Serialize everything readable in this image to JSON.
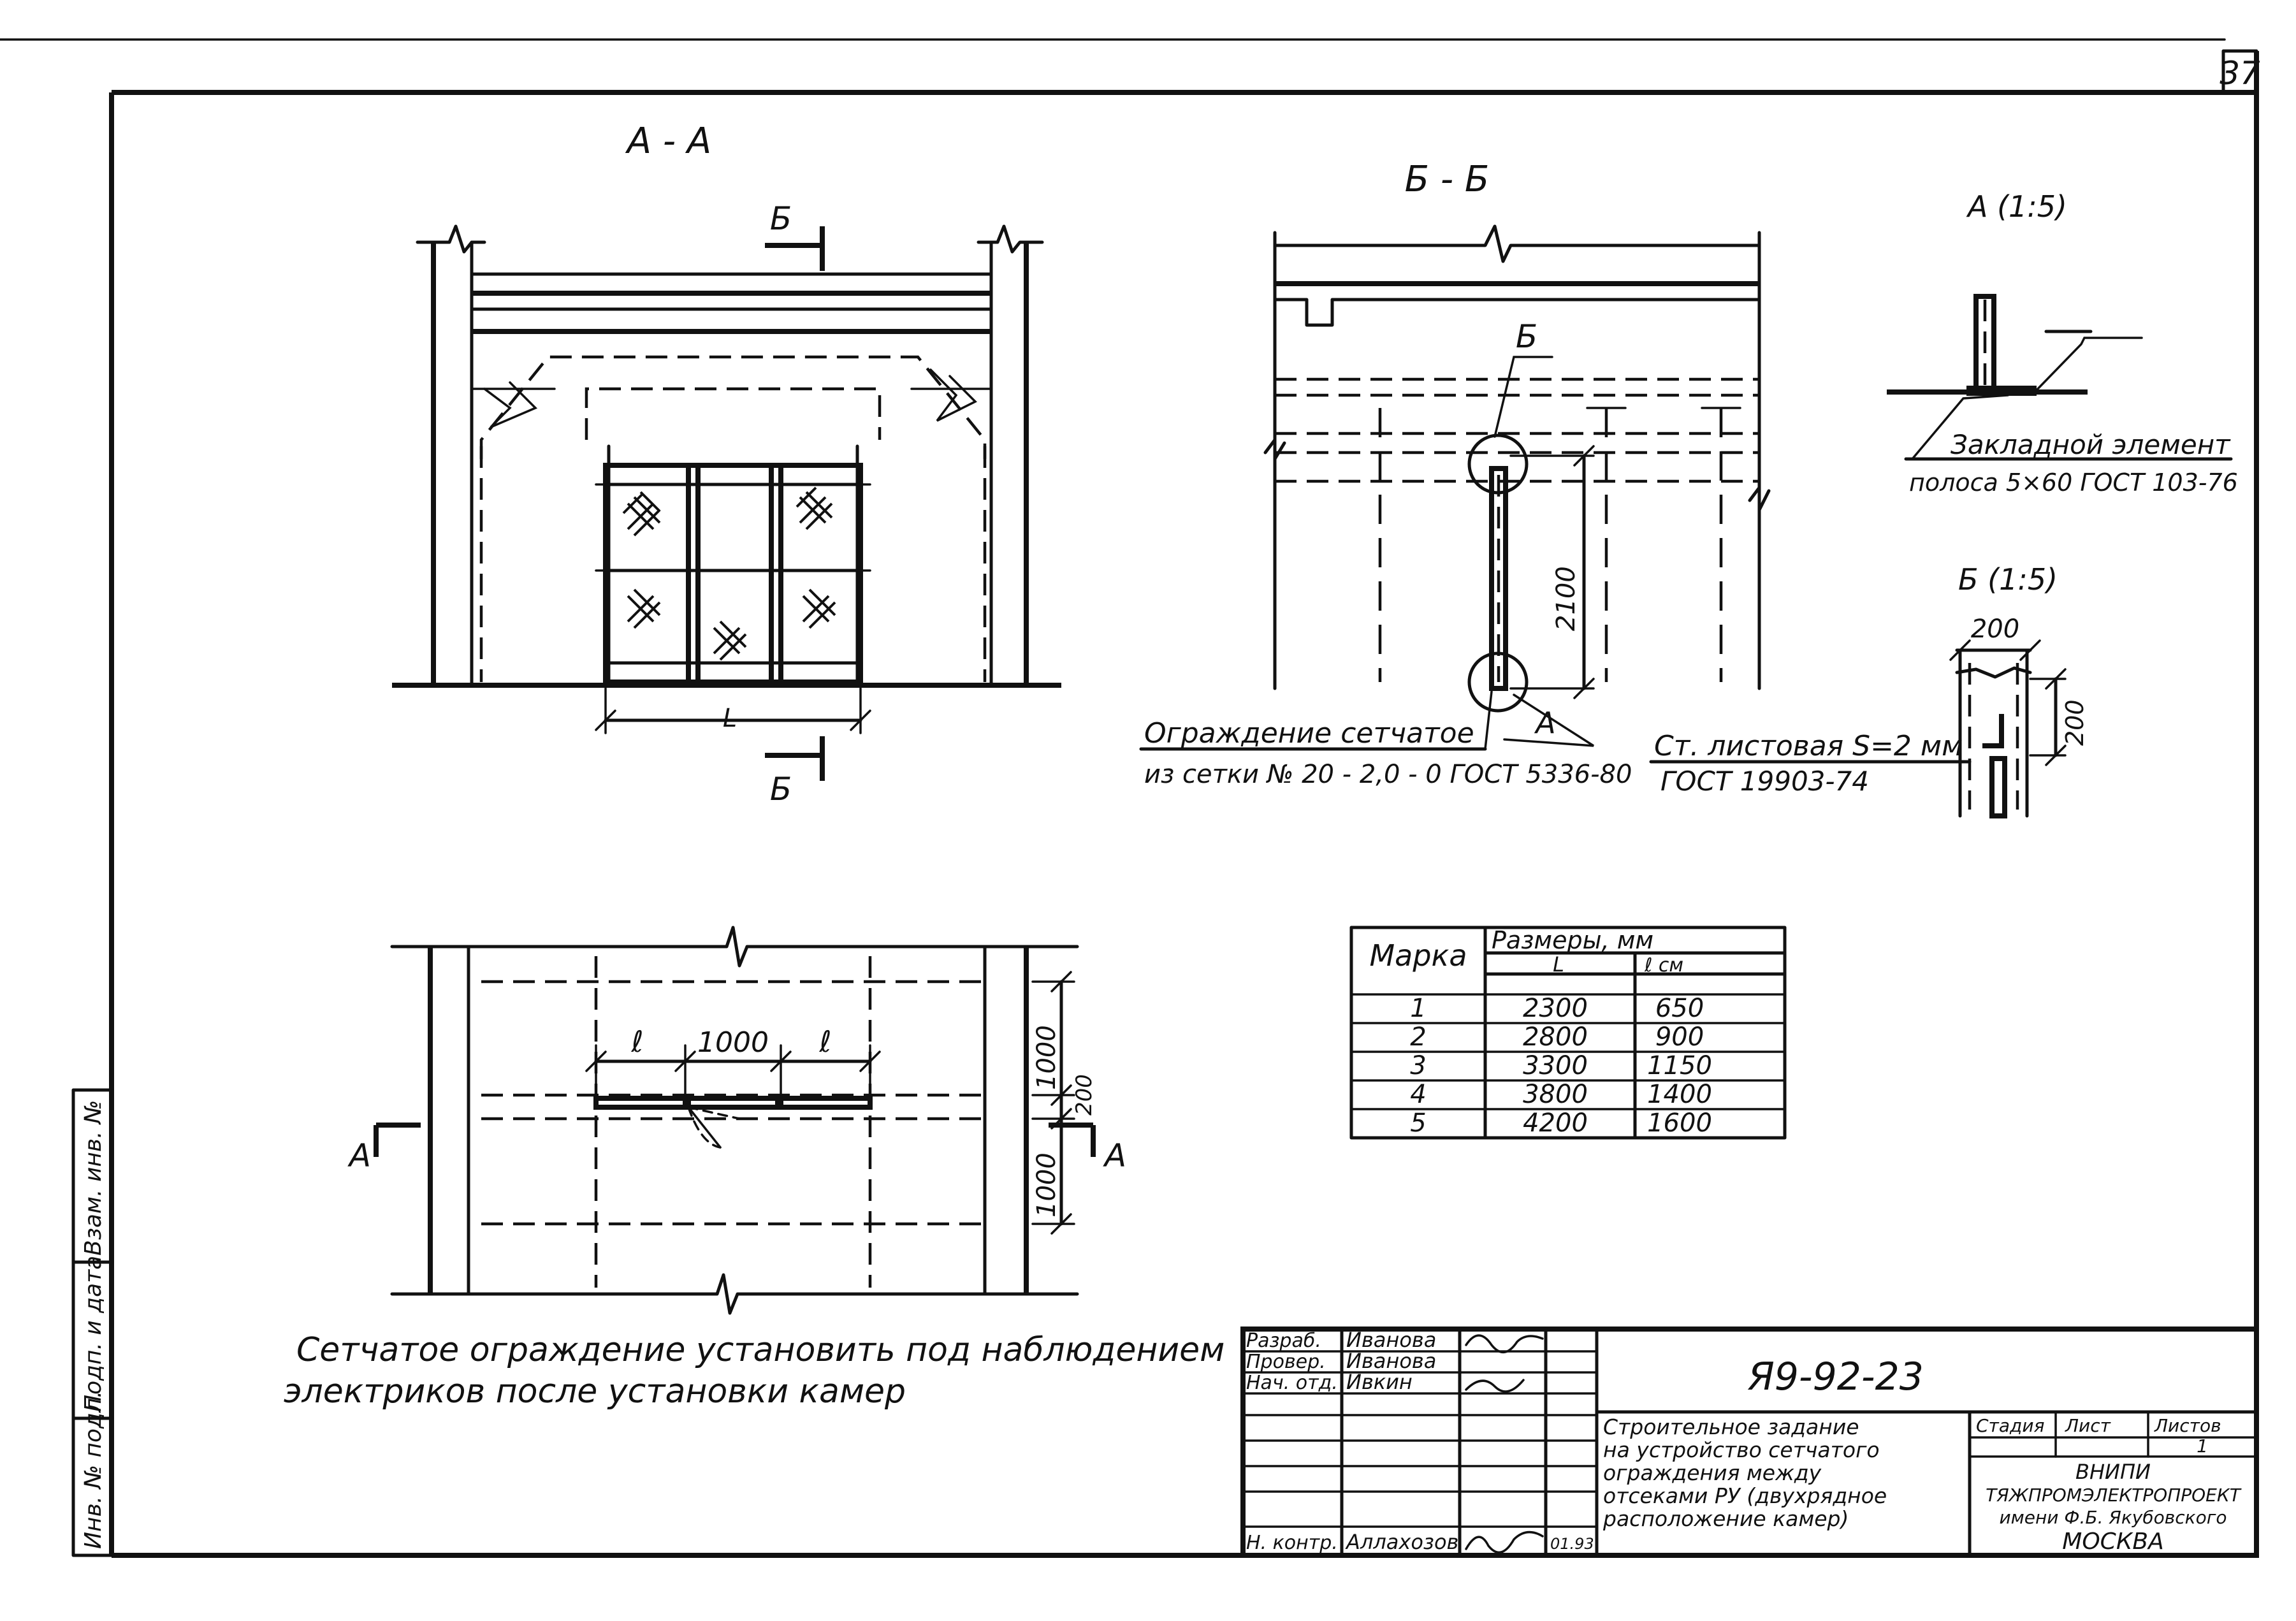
{
  "sheet_number": "37",
  "views": {
    "a_a": {
      "title": "А - А",
      "cut_mark": "Б",
      "dim_L": "L"
    },
    "b_b": {
      "title": "Б - Б",
      "callout_b": "Б",
      "callout_a": "А",
      "dim_height": "2100",
      "mesh_note_line1": "Ограждение сетчатое",
      "mesh_note_line2": "из сетки № 20 - 2,0 - 0 ГОСТ 5336-80"
    },
    "detail_a": {
      "title": "А (1:5)",
      "note_line1": "Закладной элемент",
      "note_line2": "полоса 5×60 ГОСТ 103-76"
    },
    "detail_b": {
      "title": "Б (1:5)",
      "dim_width": "200",
      "dim_height": "200",
      "steel_note_line1": "Ст. листовая S=2 мм",
      "steel_note_line2": "ГОСТ 19903-74"
    },
    "plan": {
      "cut_left": "А",
      "cut_right": "А",
      "dim_left": "ℓ",
      "dim_center": "1000",
      "dim_right": "ℓ",
      "dim_side_top": "1000",
      "dim_side_small": "200",
      "dim_side_bottom": "1000"
    }
  },
  "dimensions_table": {
    "header_mark": "Марка",
    "header_sizes": "Размеры, мм",
    "col_L": "L",
    "col_l": "ℓ см",
    "rows": [
      {
        "mark": "1",
        "L": "2300",
        "l": "650"
      },
      {
        "mark": "2",
        "L": "2800",
        "l": "900"
      },
      {
        "mark": "3",
        "L": "3300",
        "l": "1150"
      },
      {
        "mark": "4",
        "L": "3800",
        "l": "1400"
      },
      {
        "mark": "5",
        "L": "4200",
        "l": "1600"
      }
    ]
  },
  "general_note_line1": "Сетчатое ограждение установить под наблюдением",
  "general_note_line2": "электриков после установки камер",
  "title_block": {
    "roles": [
      {
        "role": "Разраб.",
        "name": "Иванова"
      },
      {
        "role": "Провер.",
        "name": "Иванова"
      },
      {
        "role": "Нач. отд.",
        "name": "Ивкин"
      }
    ],
    "norm_control_role": "Н. контр.",
    "norm_control_name": "Аллахозов",
    "date": "01.93",
    "doc_code": "Я9-92-23",
    "description": [
      "Строительное задание",
      "на устройство сетчатого",
      "ограждения между",
      "отсеками РУ (двухрядное",
      "расположение камер)"
    ],
    "col_stage": "Стадия",
    "col_sheet": "Лист",
    "col_sheets": "Листов",
    "sheets_value": "1",
    "org_lines": [
      "ВНИПИ",
      "ТЯЖПРОМЭЛЕКТРОПРОЕКТ",
      "имени Ф.Б. Якубовского",
      "МОСКВА"
    ]
  },
  "side_stamp": [
    "Инв. № подл.",
    "Подп. и дата",
    "Взам. инв. №"
  ]
}
